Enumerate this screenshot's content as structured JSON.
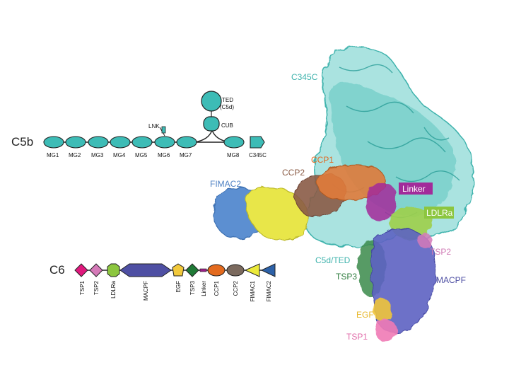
{
  "c5b": {
    "title": "C5b",
    "domains": [
      "MG1",
      "MG2",
      "MG3",
      "MG4",
      "MG5",
      "MG6",
      "MG7",
      "MG8",
      "C345C"
    ],
    "lnk": "LNK",
    "cub": "CUB",
    "ted": "TED",
    "c5d": "(C5d)",
    "color": "#3dbcb6"
  },
  "c6": {
    "title": "C6",
    "domains": [
      "TSP1",
      "TSP2",
      "LDLRa",
      "MACPF",
      "EGF",
      "TSP3",
      "Linker",
      "CCP1",
      "CCP2",
      "FIMAC1",
      "FIMAC2"
    ],
    "colors": {
      "TSP1": "#e0187d",
      "TSP2": "#d57ab8",
      "LDLRa": "#8cc63f",
      "MACPF": "#4e4fa3",
      "EGF": "#f2c93b",
      "TSP3": "#1f7a36",
      "Linker": "#9a1f86",
      "CCP1": "#e36a1e",
      "CCP2": "#7b6a5e",
      "FIMAC1": "#ecea3a",
      "FIMAC2": "#2c61a8"
    }
  },
  "structure": {
    "labels": {
      "c345c": "C345C",
      "fimac2": "FIMAC2",
      "ccp1": "CCP1",
      "ccp2": "CCP2",
      "linker": "Linker",
      "ldlra": "LDLRa",
      "tsp2": "TSP2",
      "c5d_ted": "C5d/TED",
      "tsp3": "TSP3",
      "macpf": "MACPF",
      "egf": "EGF",
      "tsp1": "TSP1"
    },
    "colors": {
      "c5b": "#46c2bd",
      "fimac2": "#5b8fd1",
      "fimac1": "#e8e64a",
      "ccp2": "#8a5b45",
      "ccp1": "#e07a3a",
      "linker": "#a22b9a",
      "ldlra": "#9fcf4a",
      "macpf": "#5d62c2",
      "tsp3": "#3a8a4a",
      "egf": "#f0c43a",
      "tsp1": "#f07ab5"
    }
  }
}
